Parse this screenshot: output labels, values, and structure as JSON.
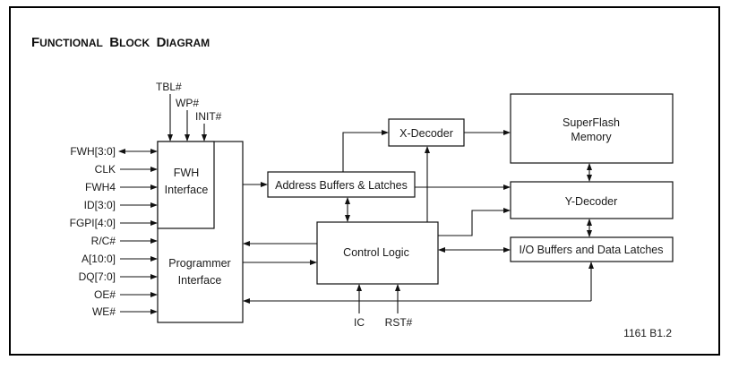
{
  "title": {
    "cap1": "F",
    "rest1": "UNCTIONAL",
    "cap2": "B",
    "rest2": "LOCK",
    "cap3": "D",
    "rest3": "IAGRAM"
  },
  "top_signals": [
    "TBL#",
    "WP#",
    "INIT#"
  ],
  "left_signals": [
    "FWH[3:0]",
    "CLK",
    "FWH4",
    "ID[3:0]",
    "FGPI[4:0]",
    "R/C#",
    "A[10:0]",
    "DQ[7:0]",
    "OE#",
    "WE#"
  ],
  "bottom_signals": [
    "IC",
    "RST#"
  ],
  "blocks": {
    "fwh_interface": [
      "FWH",
      "Interface"
    ],
    "programmer_interface": [
      "Programmer",
      "Interface"
    ],
    "address_buffers": "Address Buffers & Latches",
    "x_decoder": "X-Decoder",
    "control_logic": "Control Logic",
    "superflash": [
      "SuperFlash",
      "Memory"
    ],
    "y_decoder": "Y-Decoder",
    "io_buffers": "I/O Buffers and Data Latches"
  },
  "figure_id": "1161 B1.2"
}
